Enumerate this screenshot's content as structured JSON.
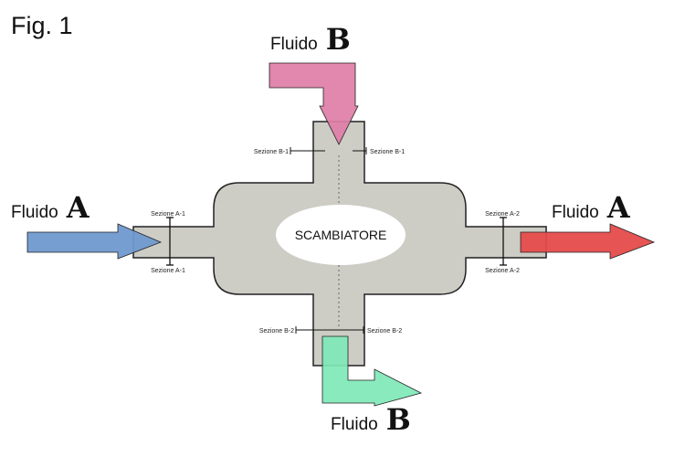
{
  "figure_label": "Fig. 1",
  "center_label": "SCAMBIATORE",
  "fluid_word": "Fluido",
  "fluid_a_letter": "A",
  "fluid_b_letter": "B",
  "sections": {
    "a1": "Sezione A-1",
    "a2": "Sezione A-2",
    "b1": "Sezione B-1",
    "b2": "Sezione B-2"
  },
  "colors": {
    "body": "#cdcdc6",
    "outline": "#222222",
    "arrow_blue": "#6f99cf",
    "arrow_red": "#e54b4b",
    "arrow_pink": "#e07da6",
    "arrow_green": "#7fe8b7"
  }
}
